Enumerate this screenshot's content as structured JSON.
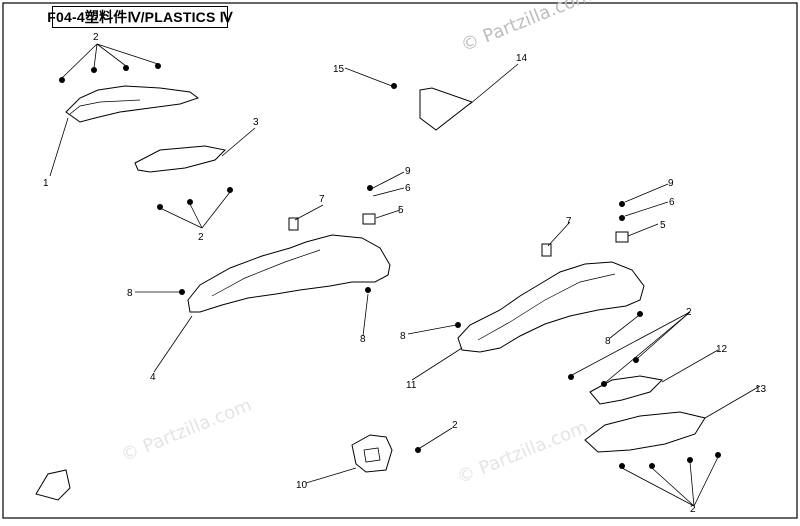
{
  "title": "F04-4塑料件Ⅳ/PLASTICS Ⅳ",
  "watermark": "© Partzilla.com",
  "callouts": {
    "c1": "1",
    "c2a": "2",
    "c2b": "2",
    "c2c": "2",
    "c2d": "2",
    "c2e": "2",
    "c3": "3",
    "c4": "4",
    "c5a": "5",
    "c5b": "5",
    "c6a": "6",
    "c6b": "6",
    "c7a": "7",
    "c7b": "7",
    "c8a": "8",
    "c8b": "8",
    "c8c": "8",
    "c8d": "8",
    "c9a": "9",
    "c9b": "9",
    "c10": "10",
    "c11": "11",
    "c12": "12",
    "c13": "13",
    "c14": "14",
    "c15": "15"
  }
}
